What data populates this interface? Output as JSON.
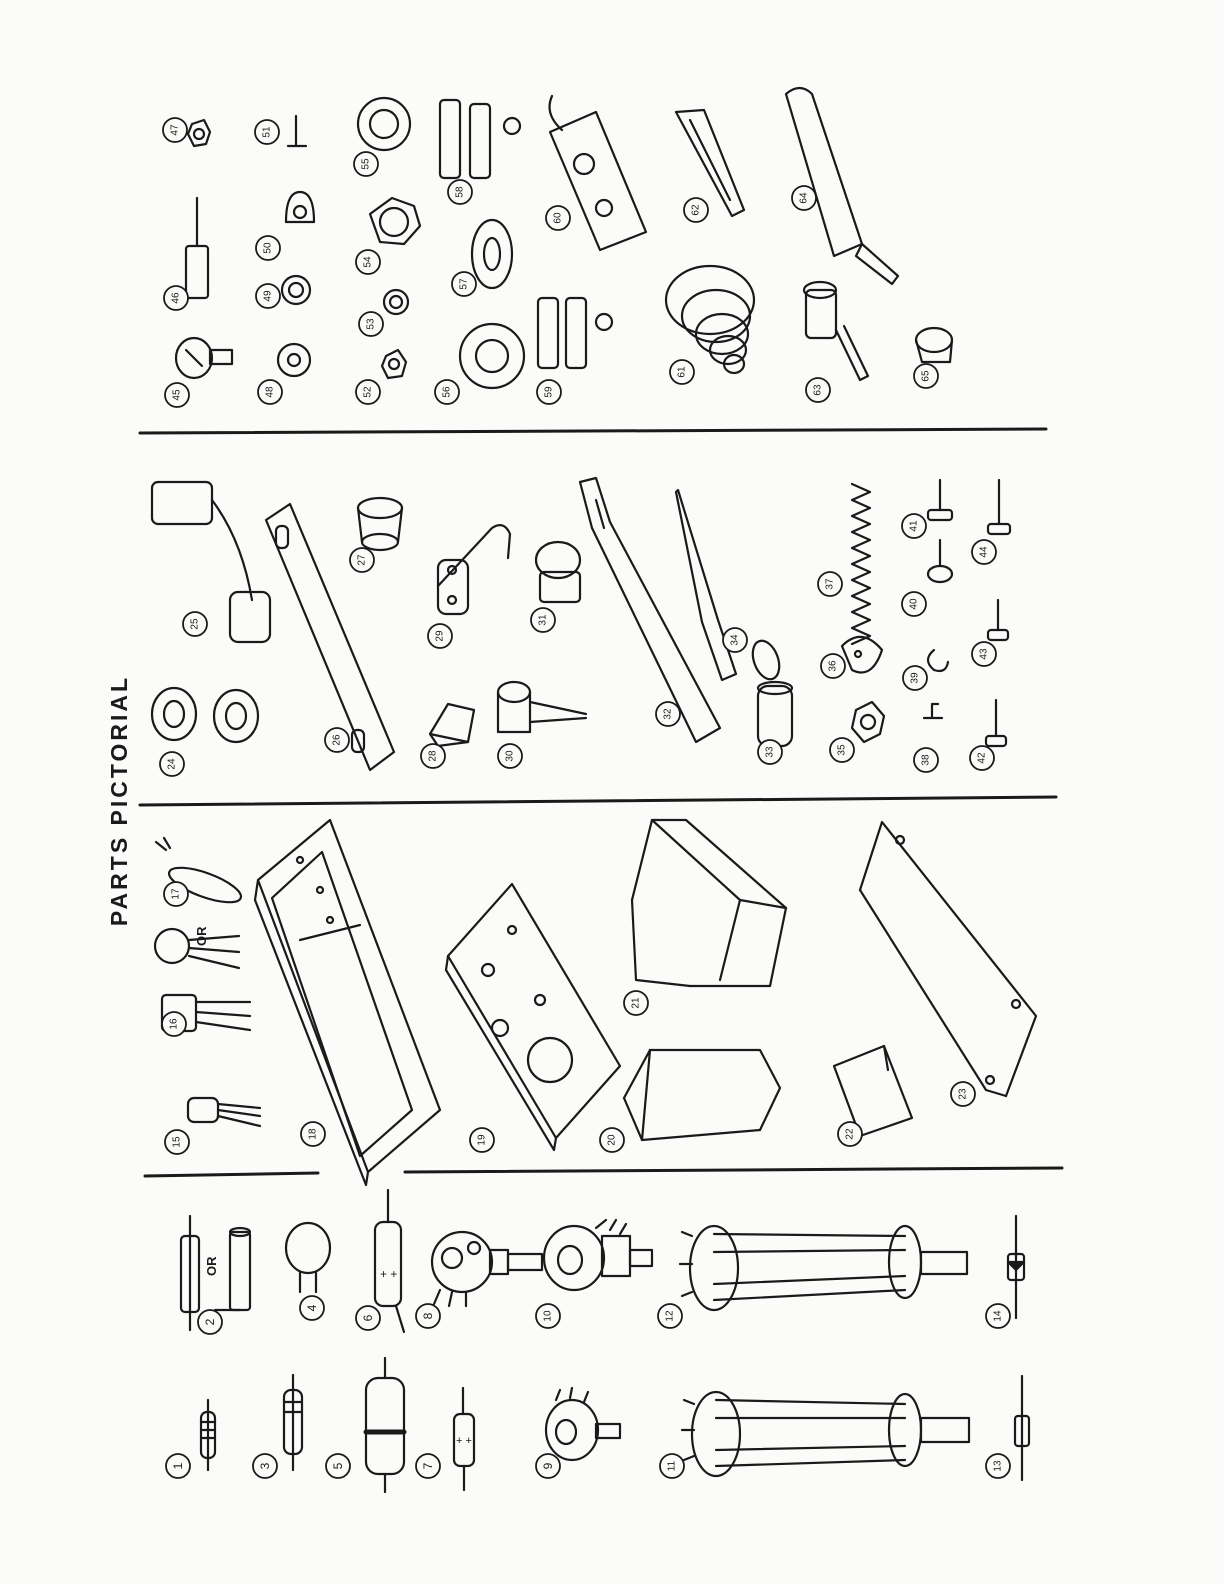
{
  "document": {
    "title": "PARTS PICTORIAL",
    "or_label": "OR"
  },
  "parts": [
    {
      "n": "1"
    },
    {
      "n": "2"
    },
    {
      "n": "3"
    },
    {
      "n": "4"
    },
    {
      "n": "5"
    },
    {
      "n": "6"
    },
    {
      "n": "7"
    },
    {
      "n": "8"
    },
    {
      "n": "9"
    },
    {
      "n": "10"
    },
    {
      "n": "11"
    },
    {
      "n": "12"
    },
    {
      "n": "13"
    },
    {
      "n": "14"
    },
    {
      "n": "15"
    },
    {
      "n": "16"
    },
    {
      "n": "17"
    },
    {
      "n": "18"
    },
    {
      "n": "19"
    },
    {
      "n": "20"
    },
    {
      "n": "21"
    },
    {
      "n": "22"
    },
    {
      "n": "23"
    },
    {
      "n": "24"
    },
    {
      "n": "25"
    },
    {
      "n": "26"
    },
    {
      "n": "27"
    },
    {
      "n": "28"
    },
    {
      "n": "29"
    },
    {
      "n": "30"
    },
    {
      "n": "31"
    },
    {
      "n": "32"
    },
    {
      "n": "33"
    },
    {
      "n": "34"
    },
    {
      "n": "35"
    },
    {
      "n": "36"
    },
    {
      "n": "37"
    },
    {
      "n": "38"
    },
    {
      "n": "39"
    },
    {
      "n": "40"
    },
    {
      "n": "41"
    },
    {
      "n": "42"
    },
    {
      "n": "43"
    },
    {
      "n": "44"
    },
    {
      "n": "45"
    },
    {
      "n": "46"
    },
    {
      "n": "47"
    },
    {
      "n": "48"
    },
    {
      "n": "49"
    },
    {
      "n": "50"
    },
    {
      "n": "51"
    },
    {
      "n": "52"
    },
    {
      "n": "53"
    },
    {
      "n": "54"
    },
    {
      "n": "55"
    },
    {
      "n": "56"
    },
    {
      "n": "57"
    },
    {
      "n": "58"
    },
    {
      "n": "59"
    },
    {
      "n": "60"
    },
    {
      "n": "61"
    },
    {
      "n": "62"
    },
    {
      "n": "63"
    },
    {
      "n": "64"
    },
    {
      "n": "65"
    }
  ]
}
